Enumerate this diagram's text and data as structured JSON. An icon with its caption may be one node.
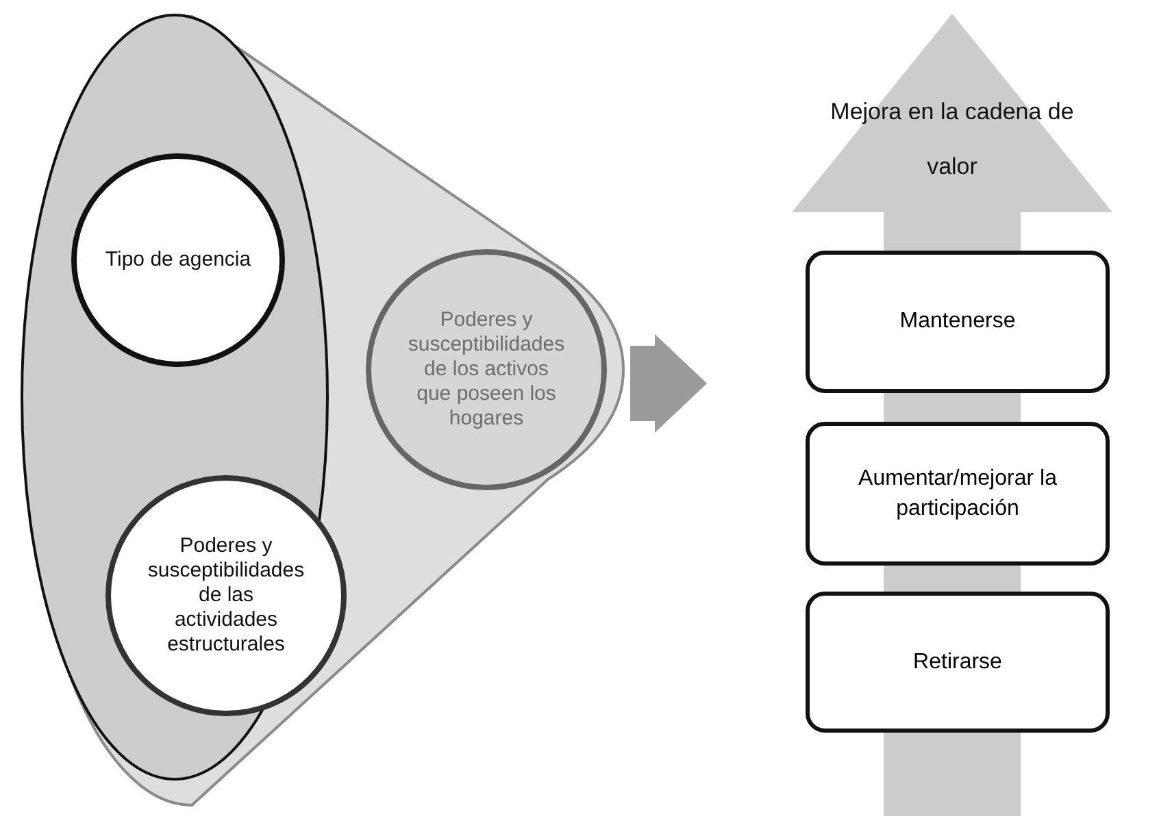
{
  "diagram": {
    "nodes": [
      {
        "text": [],
        "shape": "funnel"
      },
      {
        "text": [],
        "shape": "ellipse",
        "in": 0
      },
      {
        "text": [
          "Tipo de agencia"
        ],
        "in": 1
      },
      {
        "text": [
          "Poderes y susceptibilidades de las actividades estructurales"
        ],
        "in": 1
      },
      {
        "text": [
          "Poderes y susceptibilidades de los activos que poseen los hogares"
        ],
        "in": 0
      },
      {
        "text": [
          "Mejora en la cadena de valor"
        ]
      },
      {
        "text": [
          "Mantenerse"
        ],
        "in": 5
      },
      {
        "text": [
          "Aumentar/mejorar la participación"
        ],
        "in": 5
      },
      {
        "text": [
          "Retirarse"
        ],
        "in": 5
      }
    ],
    "edges": [
      {
        "from": 0,
        "to": 5,
        "arrow": "to"
      }
    ]
  }
}
